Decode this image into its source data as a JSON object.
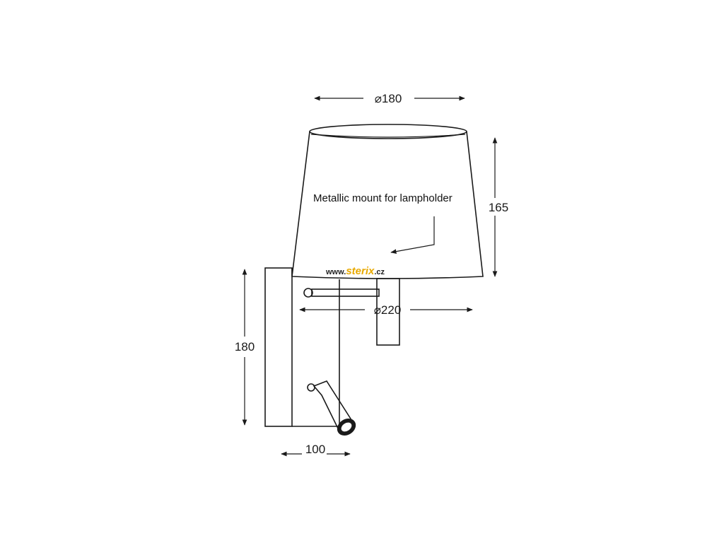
{
  "dimensions": {
    "top_diameter": "⌀180",
    "shade_height": "165",
    "bottom_diameter": "⌀220",
    "plate_height": "180",
    "depth": "100"
  },
  "annotation": "Metallic mount for lampholder",
  "watermark": {
    "prefix": "www.",
    "brand": "sterix",
    "suffix": ".cz",
    "brand_color": "#e8a900"
  }
}
